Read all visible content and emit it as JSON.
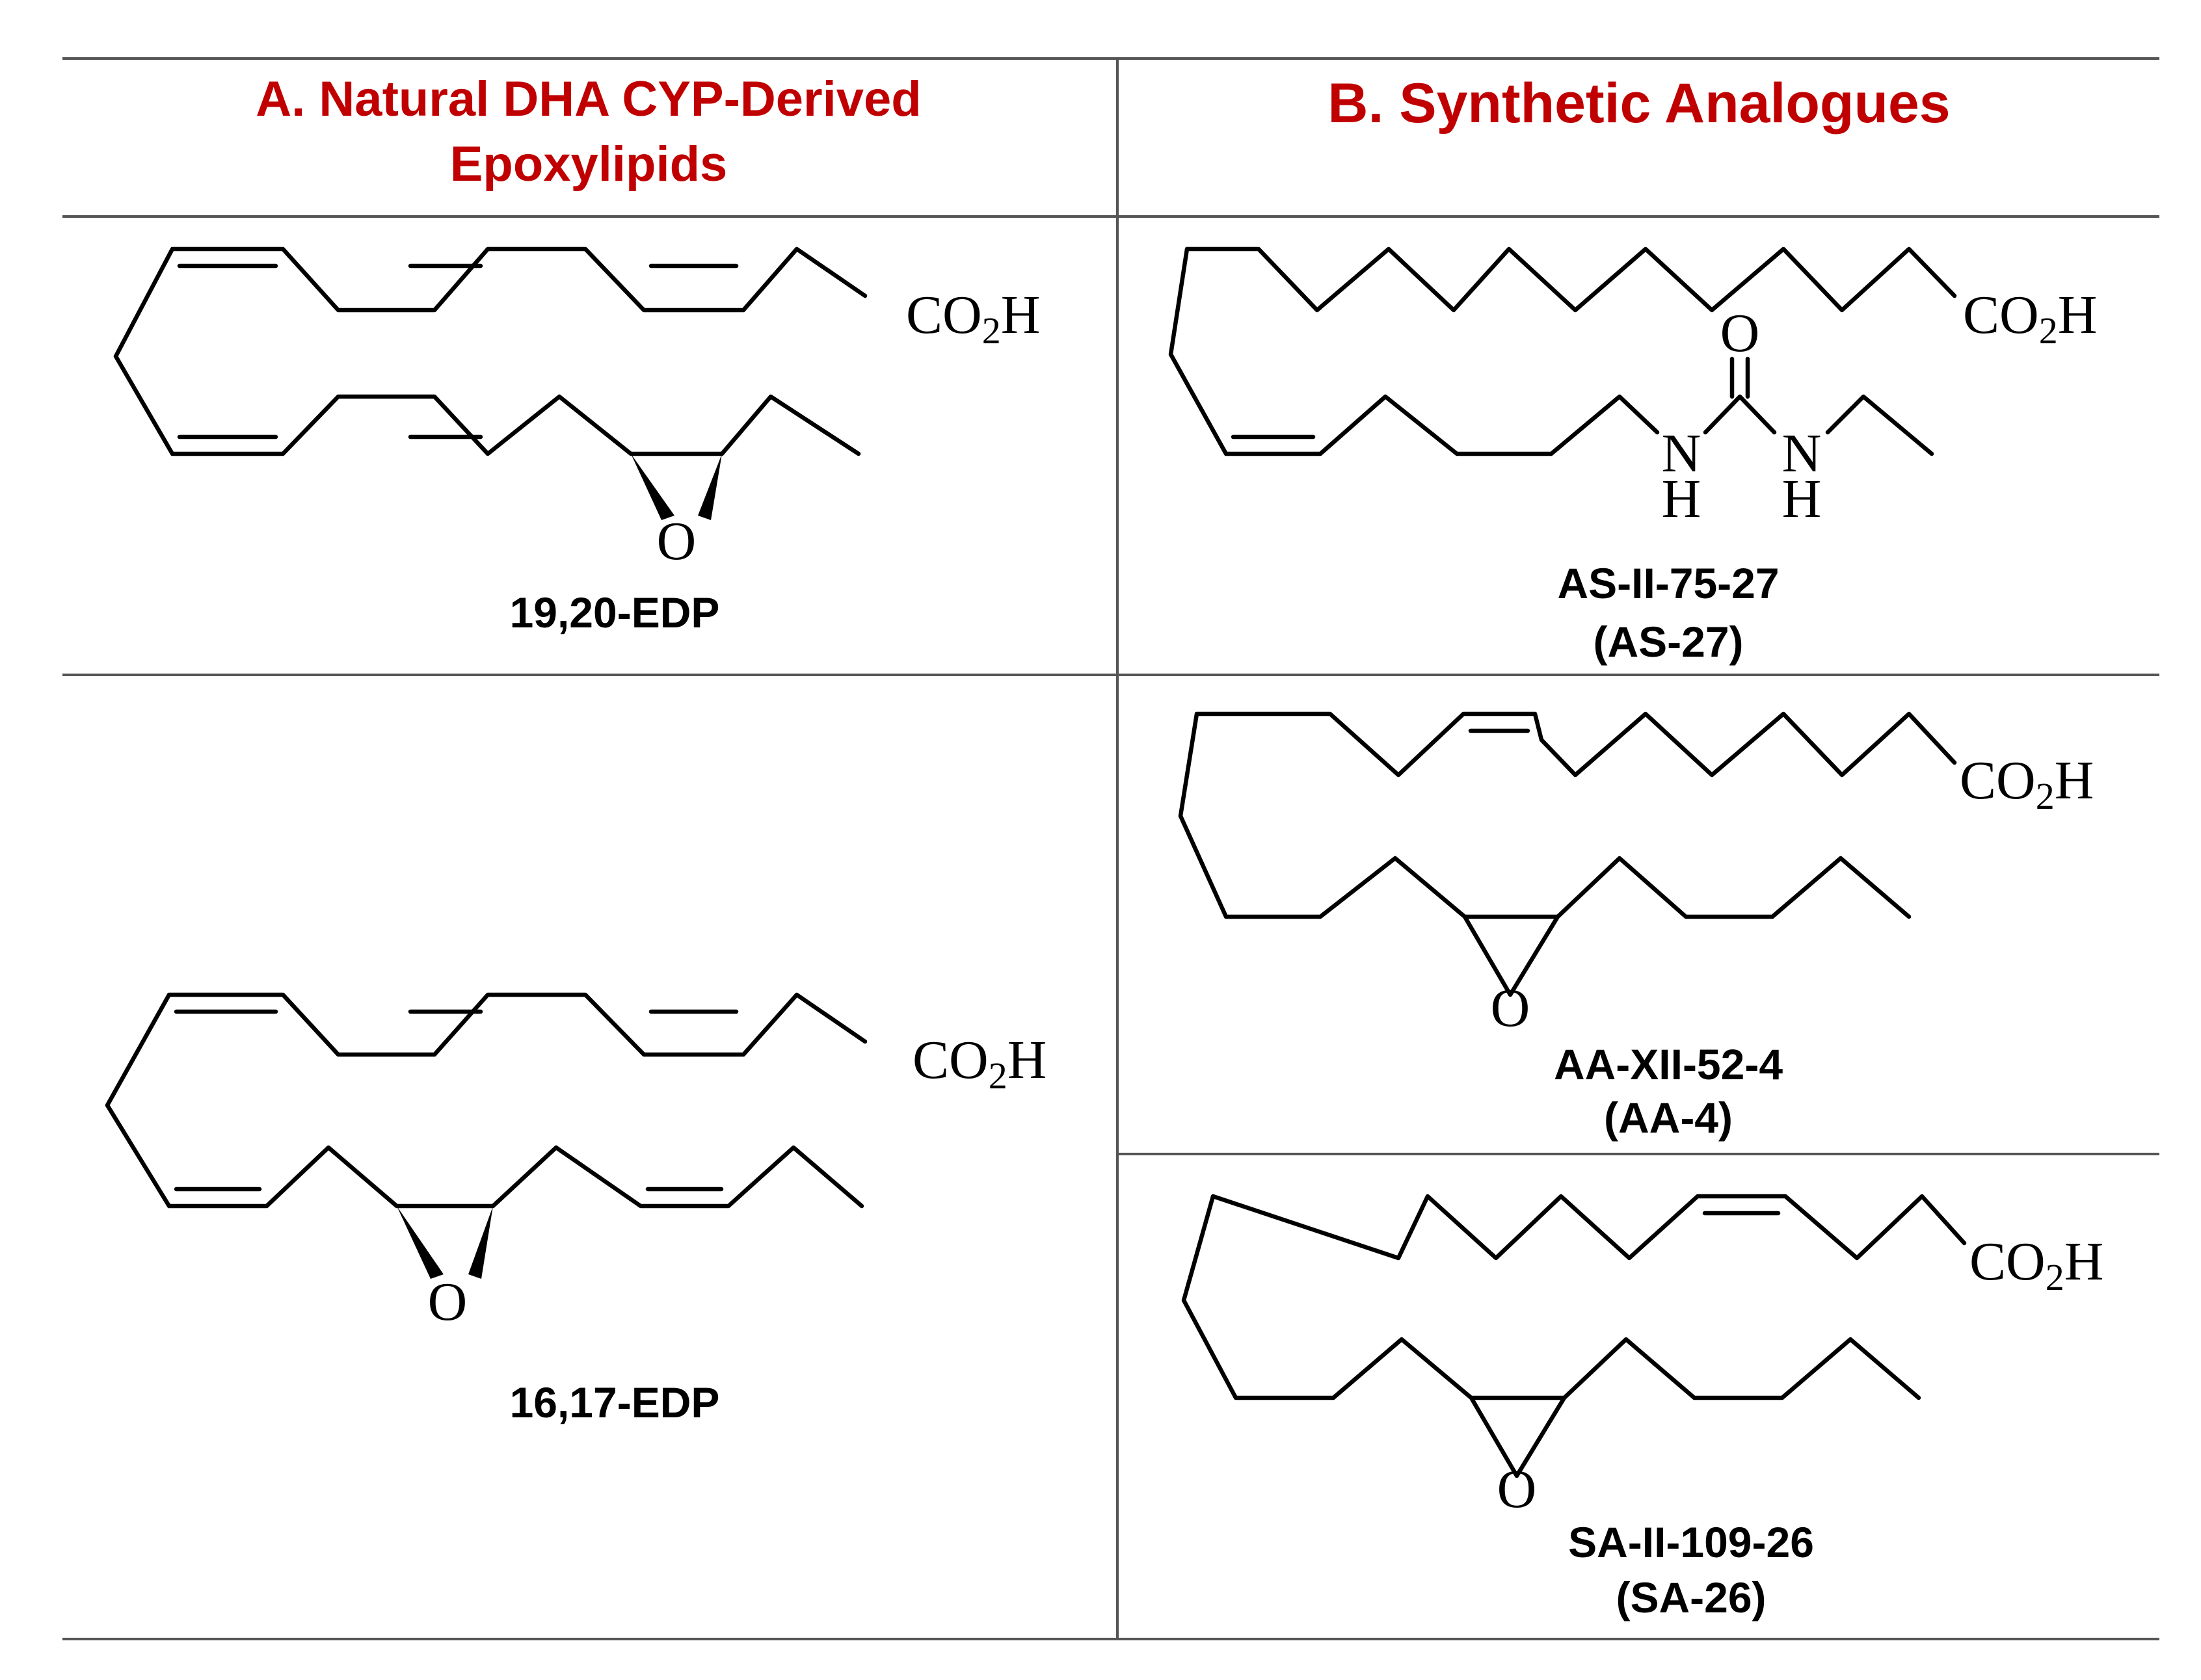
{
  "headers": {
    "a_line1": "A. Natural DHA CYP-Derived",
    "a_line2": "Epoxylipids",
    "b": "B. Synthetic Analogues"
  },
  "compounds": {
    "edp1920": {
      "name": "19,20-EDP"
    },
    "edp1617": {
      "name": "16,17-EDP"
    },
    "as27": {
      "name": "AS-II-75-27",
      "short": "(AS-27)"
    },
    "aa4": {
      "name": "AA-XII-52-4",
      "short": "(AA-4)"
    },
    "sa26": {
      "name": "SA-II-109-26",
      "short": "(SA-26)"
    }
  },
  "atoms": {
    "co2h_main": "CO",
    "co2h_sub": "2",
    "co2h_end": "H",
    "oxygen": "O",
    "nitrogen": "N",
    "hydrogen": "H"
  }
}
